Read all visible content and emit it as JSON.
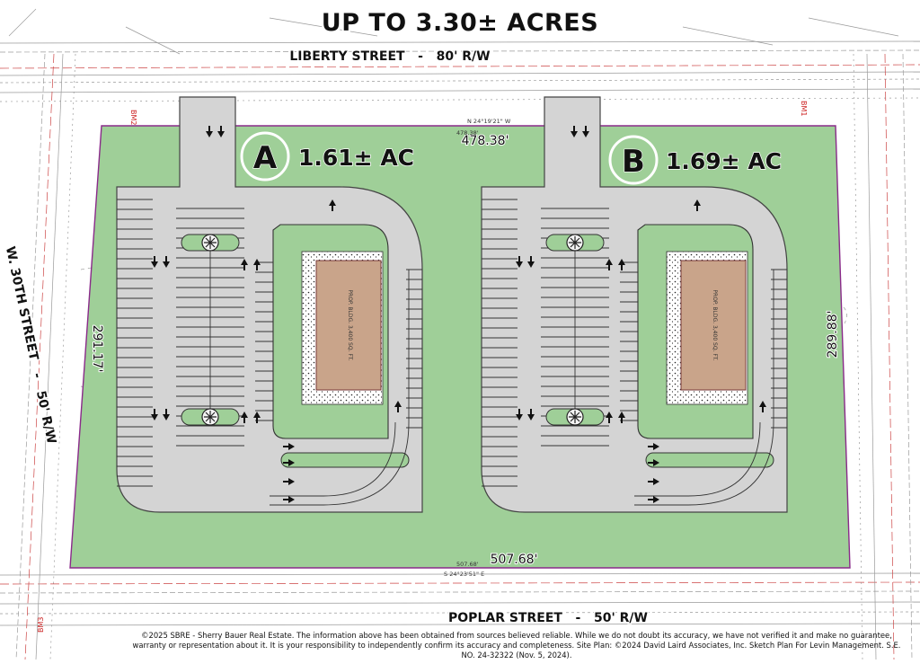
{
  "title": "UP TO 3.30± ACRES",
  "streets": {
    "north": "LIBERTY STREET   -   80' R/W",
    "south": "POPLAR STREET   -   50' R/W",
    "west": "W. 30TH STREET   -   50' R/W"
  },
  "dimensions": {
    "north": "478.38'",
    "south": "507.68'",
    "west": "291.17'",
    "east": "289.88'"
  },
  "bearings": {
    "north": "N 24°19'21\" W",
    "south": "S 24°23'51\" E",
    "north_small": "478.38'",
    "south_small": "507.68'"
  },
  "benchmarks": {
    "bm1": "BM1",
    "bm2": "BM2",
    "bm3": "BM3"
  },
  "lots": [
    {
      "letter": "A",
      "area": "1.61± AC",
      "building_label": "PROP. BLDG. 3,400 SQ. FT."
    },
    {
      "letter": "B",
      "area": "1.69± AC",
      "building_label": "PROP. BLDG. 3,400 SQ. FT."
    }
  ],
  "footer": "©2025 SBRE - Sherry Bauer Real Estate. The information above has  been obtained from sources believed reliable. While we do not doubt  its accuracy, we have not verified it and make no guarantee, warranty or representation about it. It is your responsibility to independently confirm its accuracy and completeness. Site Plan: ©2024 David Laird Associates, Inc. Sketch Plan For Levin Management. S.E. NO. 24-32322 (Nov. 5, 2024).",
  "colors": {
    "lawn": "#9fcf98",
    "pavement": "#d4d4d4",
    "building": "#c9a48a",
    "property_line": "#8a2a8a",
    "street_line": "#cc4444"
  }
}
